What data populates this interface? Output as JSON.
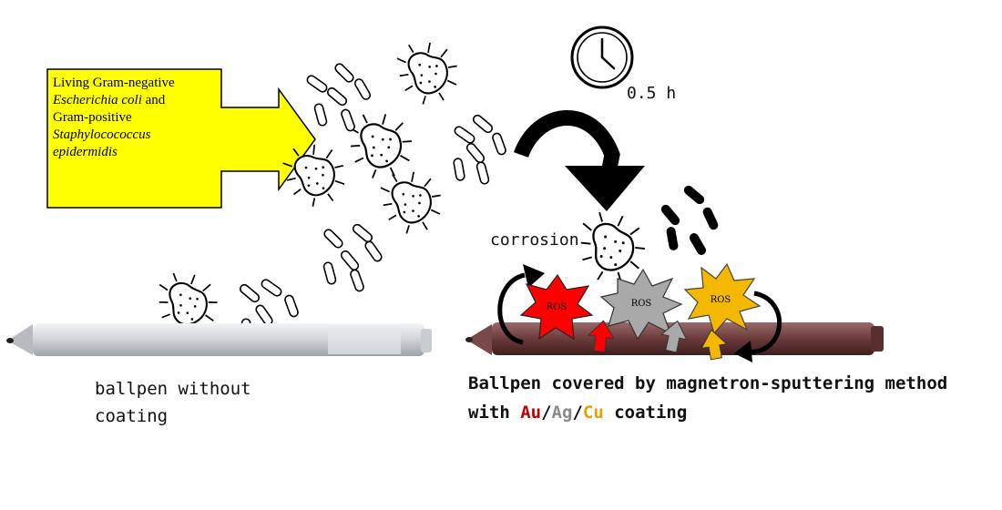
{
  "input_box": {
    "line1": "Living Gram-negative",
    "line2_italic": "Escherichia coli",
    "line2_tail": " and",
    "line3": "Gram-positive",
    "line4_italic": "Staphylocococcus",
    "line5_italic": "epidermidis"
  },
  "time_label": "0.5 h",
  "corrosion_label": "corrosion",
  "ros_labels": [
    "ROS",
    "ROS",
    "ROS"
  ],
  "left_caption": "ballpen without coating",
  "right_caption": {
    "part1": "Ballpen covered by magnetron-sputtering method",
    "with": "with ",
    "au": "Au",
    "sep1": "/",
    "ag": "Ag",
    "sep2": "/",
    "cu": "Cu",
    "tail": " coating"
  },
  "colors": {
    "input_box_fill": "#ffff00",
    "au_ros": "#ff0000",
    "ag_ros": "#a9a9a9",
    "cu_ros": "#f5b800",
    "coated_pen": "#6b3a3a",
    "uncoated_pen": "#d4d6da"
  }
}
